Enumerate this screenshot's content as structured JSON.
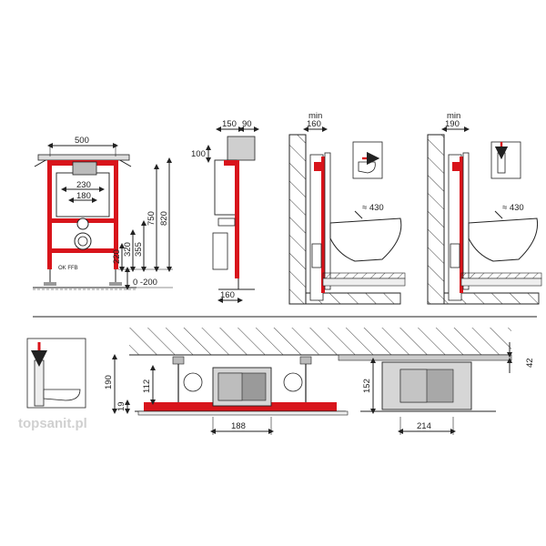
{
  "colors": {
    "frame_red": "#d8141b",
    "line": "#1a1a1a",
    "hatch": "#555555",
    "fill_grey": "#cfcfcf",
    "watermark": "#d0d0d0"
  },
  "front_view": {
    "width_label": "500",
    "inner_width_label": "230",
    "inner_width2_label": "180",
    "height_label_750": "750",
    "height_label_820": "820",
    "h_220": "220",
    "h_320": "320",
    "h_355": "355",
    "leg_range": "0 -200"
  },
  "side_view": {
    "top_150": "150",
    "top_90": "90",
    "left_100": "100",
    "bottom_160": "160"
  },
  "install_a": {
    "min_label": "min",
    "min_value": "160",
    "bowl_height": "≈ 430"
  },
  "install_b": {
    "min_label": "min",
    "min_value": "190",
    "bowl_height": "≈ 430"
  },
  "section": {
    "h_190": "190",
    "h_112": "112",
    "h_19": "19",
    "w_188": "188",
    "h_152": "152",
    "w_214": "214",
    "h_42": "42"
  },
  "watermark": "topsanit.pl"
}
